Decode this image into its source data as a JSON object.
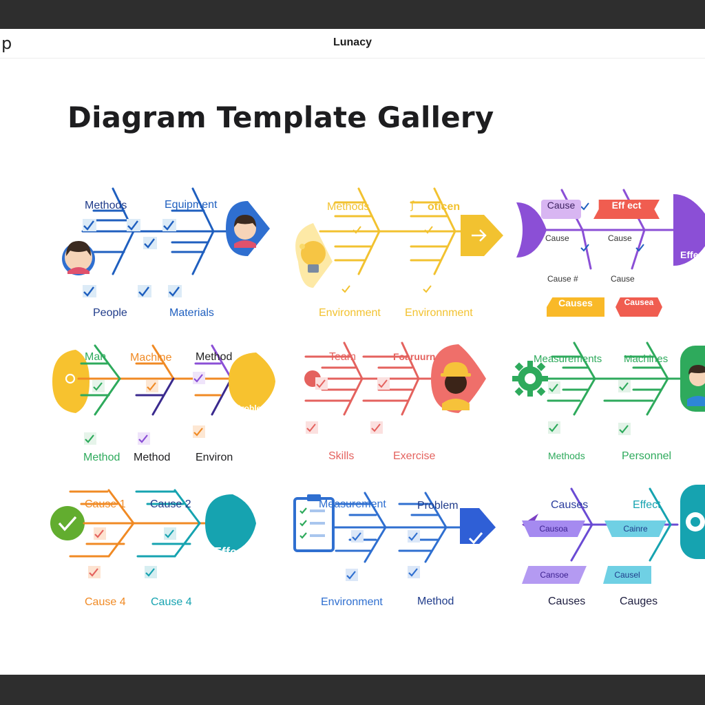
{
  "window": {
    "app_title": "Lunacy",
    "app_icon": "lunacy-logo-icon",
    "edge_glyph": "p"
  },
  "page": {
    "heading": "Diagram Template Gallery"
  },
  "colors": {
    "blue": "#1f5fbf",
    "yellow": "#f2c230",
    "purple": "#8b4fd6",
    "orange": "#f08a24",
    "red": "#e4625e",
    "green": "#2eaa5c",
    "teal": "#16a3b0",
    "navy": "#2a3c9e"
  },
  "templates": [
    {
      "id": "t1",
      "head_icon": "woman-avatar-icon",
      "tail_icon": "woman-avatar-icon",
      "labels": [
        "Methods",
        "Equipment",
        "People",
        "Materials"
      ]
    },
    {
      "id": "t2",
      "head_icon": "arrow-right-icon",
      "tail_icon": "lightbulb-icon",
      "labels": [
        "Methods",
        "oticen",
        "Environment",
        "Environnment"
      ]
    },
    {
      "id": "t3",
      "head_icon": "fish-tail-icon",
      "tags": [
        "Cause",
        "Eff ect",
        "Causes",
        "Causea"
      ],
      "small_labels": [
        "Cause",
        "Cause",
        "Cause #",
        "Cause"
      ],
      "head_label": "Effec"
    },
    {
      "id": "t4",
      "head_label": "Problen",
      "tail_icon": "circle-icon",
      "labels": [
        "Man",
        "Machine",
        "Method",
        "Method",
        "Method",
        "Environ"
      ]
    },
    {
      "id": "t5",
      "head_icon": "worker-avatar-icon",
      "tail_icon": "dot-icon",
      "labels": [
        "Team",
        "Foaruurn",
        "Skills",
        "Exercise"
      ]
    },
    {
      "id": "t6",
      "head_icon": "person-avatar-icon",
      "tail_icon": "gear-icon",
      "labels": [
        "Measurements",
        "Machines",
        "Methods",
        "Personnel"
      ]
    },
    {
      "id": "t7",
      "head_label": "Effect",
      "tail_icon": "check-circle-icon",
      "labels": [
        "Cause 1",
        "Cause 2",
        "Cause 4",
        "Cause 4"
      ]
    },
    {
      "id": "t8",
      "head_icon": "check-icon",
      "tail_icon": "clipboard-icon",
      "labels": [
        "Measurement",
        "Problem",
        "Environment",
        "Method"
      ]
    },
    {
      "id": "t9",
      "head_icon": "target-icon",
      "tail_icon": "fish-tail-icon",
      "labels": [
        "Causes",
        "Effect",
        "Causes",
        "Cauges"
      ],
      "tags": [
        "Causoa",
        "Cainre",
        "Cansoe",
        "Causel"
      ]
    }
  ]
}
